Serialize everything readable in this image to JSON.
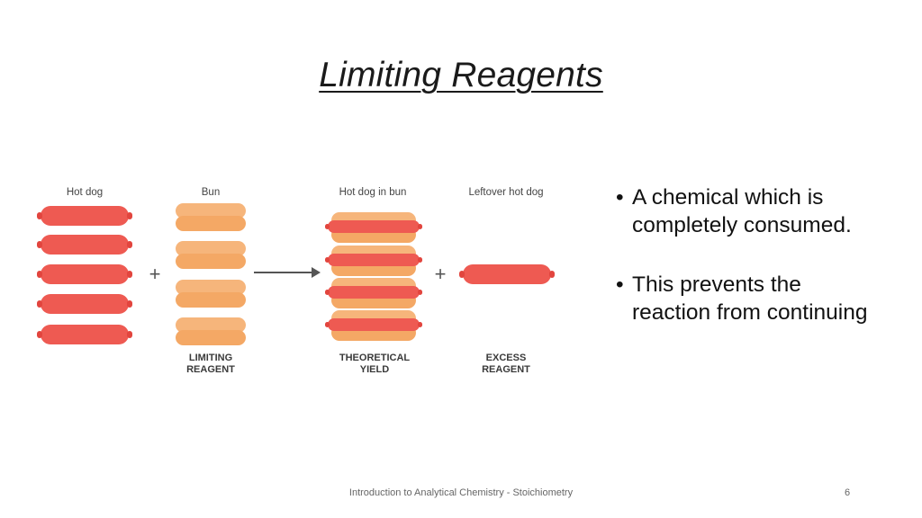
{
  "slide": {
    "title": "Limiting Reagents",
    "figure": {
      "labels": {
        "hot_dog": "Hot dog",
        "bun": "Bun",
        "hot_dog_in_bun": "Hot dog in bun",
        "leftover": "Leftover hot dog"
      },
      "captions": {
        "limiting": [
          "LIMITING",
          "REAGENT"
        ],
        "theoretical": [
          "THEORETICAL",
          "YIELD"
        ],
        "excess": [
          "EXCESS",
          "REAGENT"
        ]
      },
      "operators": {
        "plus": "+"
      },
      "counts": {
        "hot_dogs": 5,
        "buns": 4,
        "hot_dogs_in_buns": 4,
        "leftover": 1
      },
      "colors": {
        "sausage": "#ee5a52",
        "bun": "#f6b57b"
      }
    },
    "bullets": [
      {
        "marker": "•",
        "lines": [
          "A chemical which is",
          "completely consumed."
        ]
      },
      {
        "marker": "•",
        "lines": [
          "This prevents the",
          "reaction from continuing"
        ]
      }
    ],
    "footer": "Introduction to Analytical Chemistry - Stoichiometry",
    "page_number": "6"
  }
}
